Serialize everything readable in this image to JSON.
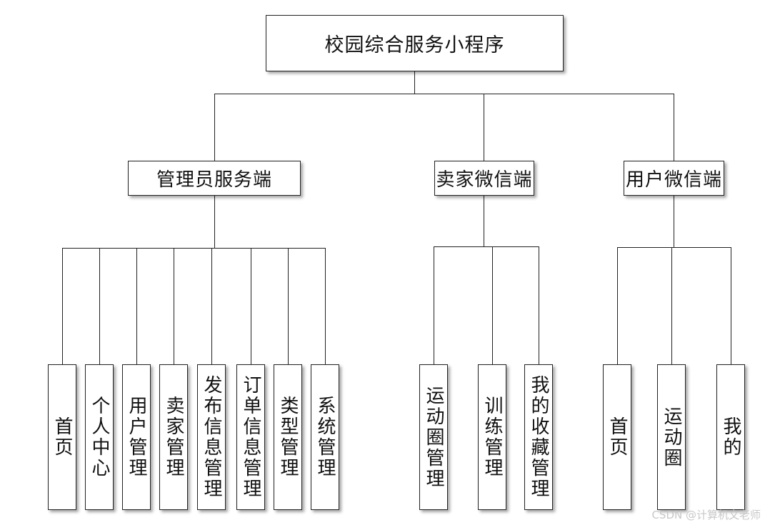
{
  "root": {
    "label": "校园综合服务小程序"
  },
  "branches": [
    {
      "label": "管理员服务端",
      "children": [
        "首页",
        "个人中心",
        "用户管理",
        "卖家管理",
        "发布信息管理",
        "订单信息管理",
        "类型管理",
        "系统管理"
      ]
    },
    {
      "label": "卖家微信端",
      "children": [
        "运动圈管理",
        "训练管理",
        "我的收藏管理"
      ]
    },
    {
      "label": "用户微信端",
      "children": [
        "首页",
        "运动圈",
        "我的"
      ]
    }
  ],
  "watermark": "CSDN @计算机文老师"
}
